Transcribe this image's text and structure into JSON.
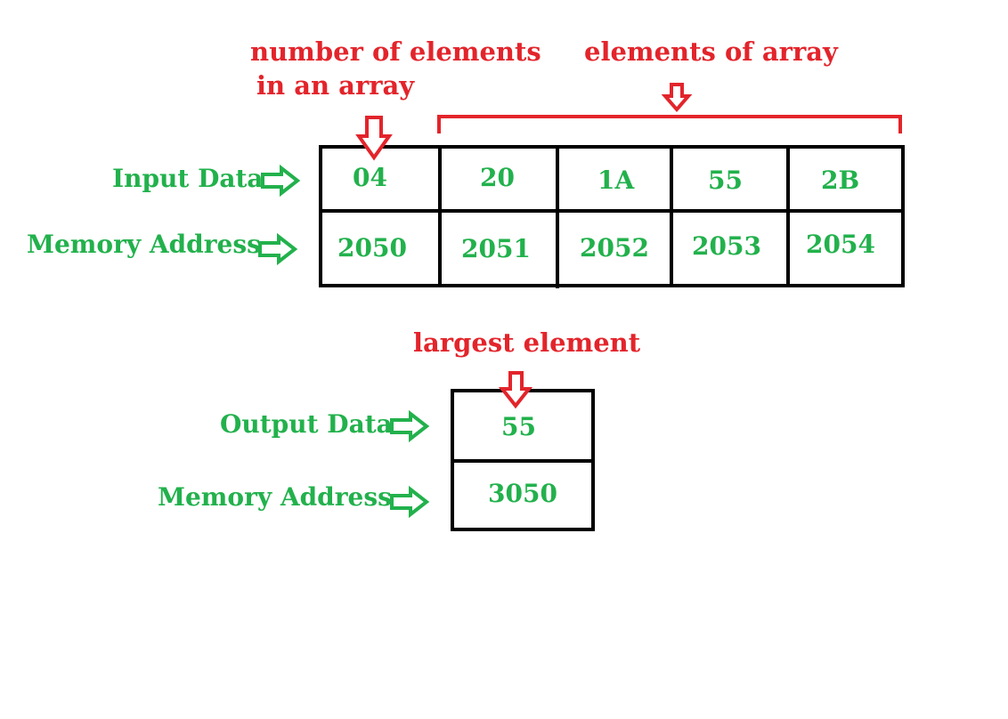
{
  "annotations": {
    "count_line1": "number of elements",
    "count_line2": "in an array",
    "elements": "elements of array",
    "largest": "largest element"
  },
  "input_table": {
    "row_label_data": "Input Data",
    "row_label_address": "Memory Address",
    "data": [
      "04",
      "20",
      "1A",
      "55",
      "2B"
    ],
    "addresses": [
      "2050",
      "2051",
      "2052",
      "2053",
      "2054"
    ]
  },
  "output_table": {
    "row_label_data": "Output Data",
    "row_label_address": "Memory Address",
    "data": "55",
    "address": "3050"
  },
  "colors": {
    "annotation": "#e3242b",
    "label": "#22b14c",
    "border": "#000000"
  },
  "icons": [
    "arrow-right-icon",
    "arrow-down-icon"
  ]
}
